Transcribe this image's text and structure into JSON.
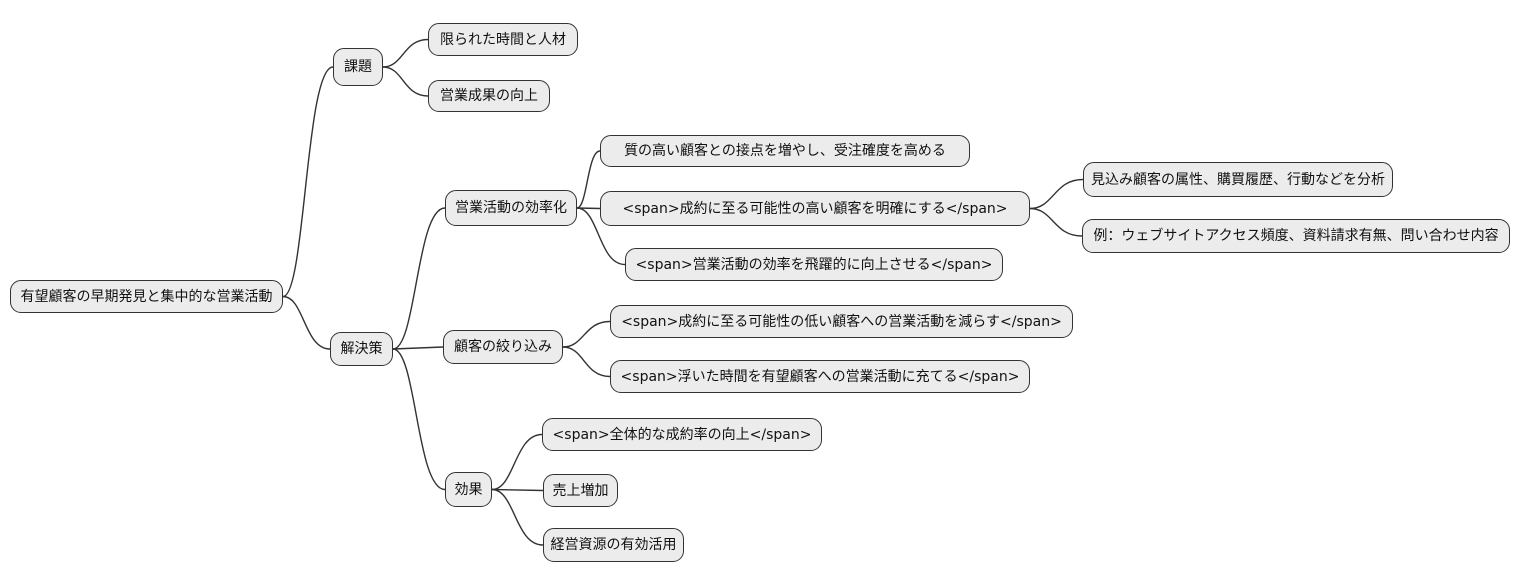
{
  "diagram": {
    "type": "mindmap",
    "colors": {
      "background": "#ffffff",
      "node_fill": "#ececec",
      "node_border": "#333333",
      "edge": "#333333",
      "text": "#111111"
    },
    "nodes": {
      "root": {
        "label": "有望顧客の早期発見と集中的な営業活動"
      },
      "issues": {
        "label": "課題"
      },
      "issue_time": {
        "label": "限られた時間と人材"
      },
      "issue_result": {
        "label": "営業成果の向上"
      },
      "solution": {
        "label": "解決策"
      },
      "efficiency": {
        "label": "営業活動の効率化"
      },
      "eff_contact": {
        "label": "質の高い顧客との接点を増やし、受注確度を高める"
      },
      "eff_identify": {
        "label": "<span>成約に至る可能性の高い顧客を明確にする</span>"
      },
      "eff_improve": {
        "label": "<span>営業活動の効率を飛躍的に向上させる</span>"
      },
      "analyze": {
        "label": "見込み顧客の属性、購買履歴、行動などを分析"
      },
      "example": {
        "label": "例：ウェブサイトアクセス頻度、資料請求有無、問い合わせ内容"
      },
      "narrowing": {
        "label": "顧客の絞り込み"
      },
      "narrow_reduce": {
        "label": "<span>成約に至る可能性の低い顧客への営業活動を減らす</span>"
      },
      "narrow_time": {
        "label": "<span>浮いた時間を有望顧客への営業活動に充てる</span>"
      },
      "effects": {
        "label": "効果"
      },
      "effect_rate": {
        "label": "<span>全体的な成約率の向上</span>"
      },
      "effect_sales": {
        "label": "売上増加"
      },
      "effect_resource": {
        "label": "経営資源の有効活用"
      }
    },
    "edges": [
      [
        "root",
        "issues"
      ],
      [
        "root",
        "solution"
      ],
      [
        "issues",
        "issue_time"
      ],
      [
        "issues",
        "issue_result"
      ],
      [
        "solution",
        "efficiency"
      ],
      [
        "solution",
        "narrowing"
      ],
      [
        "solution",
        "effects"
      ],
      [
        "efficiency",
        "eff_contact"
      ],
      [
        "efficiency",
        "eff_identify"
      ],
      [
        "efficiency",
        "eff_improve"
      ],
      [
        "eff_identify",
        "analyze"
      ],
      [
        "eff_identify",
        "example"
      ],
      [
        "narrowing",
        "narrow_reduce"
      ],
      [
        "narrowing",
        "narrow_time"
      ],
      [
        "effects",
        "effect_rate"
      ],
      [
        "effects",
        "effect_sales"
      ],
      [
        "effects",
        "effect_resource"
      ]
    ]
  }
}
